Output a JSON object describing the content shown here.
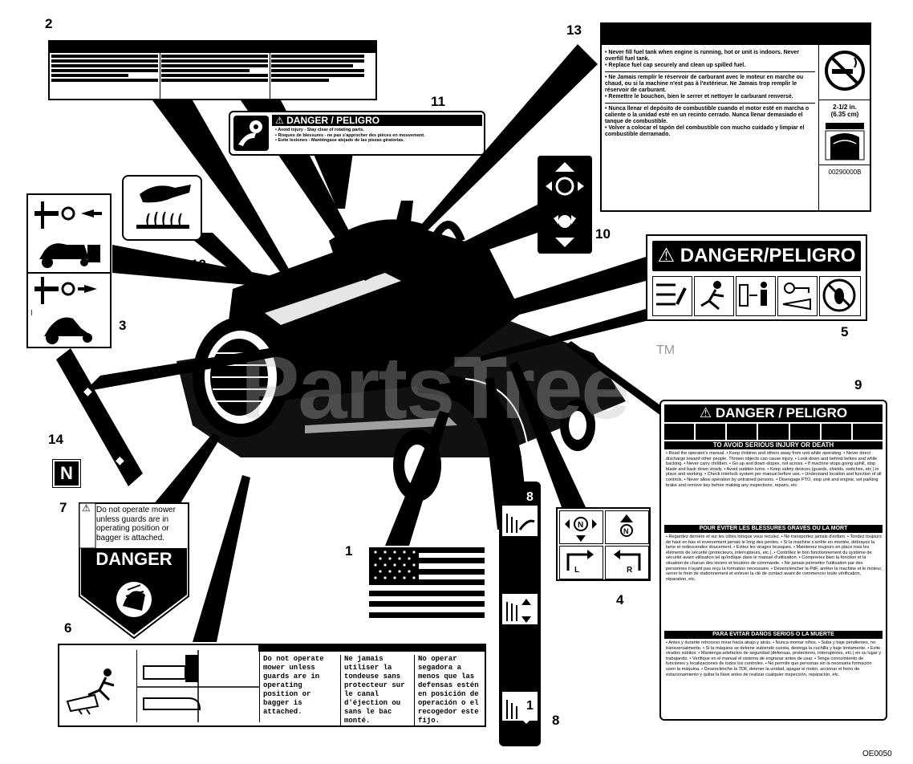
{
  "callouts": [
    "1",
    "2",
    "3",
    "4",
    "5",
    "6",
    "7",
    "8",
    "8",
    "9",
    "10",
    "11",
    "12",
    "13",
    "14"
  ],
  "watermark": "PartsTree",
  "watermark_tm": "TM",
  "diagram_code": "OE0050",
  "decal_11": {
    "header": "DANGER / PELIGRO",
    "line1": "• Avoid injury - Stay clear of rotating parts.",
    "line2": "• Risques de blessures - ne pas s'approcher des pièces en mouvement.",
    "line3": "• Evite lesiones - Manténgase alejado de las piezas giratorias."
  },
  "decal_13": {
    "en1": "• Never fill fuel tank when engine is running, hot or unit is indoors. Never overfill fuel tank.",
    "en2": "• Replace fuel cap securely and clean up spilled fuel.",
    "fr1": "• Ne Jamais remplir le réservoir de carburant avec le moteur en marche ou chaud, ou si la machine n'est pas à l'extérieur. Ne Jamais trop remplir le réservoir de carburant.",
    "fr2": "• Remettre le bouchon, bien le serrer et nettoyer le carburant renversé.",
    "es1": "• Nunca llenar el depósito de combustible cuando el motor esté en marcha o caliente o la unidad esté en un recinto cerrado. Nunca llenar demasiado el tanque de combustible.",
    "es2": "• Volver a colocar el tapón del combustible con mucho cuidado y limpiar el combustible derramado.",
    "dim1": "2-1/2 in.",
    "dim2": "(6.35 cm)",
    "part_no": "00290000B"
  },
  "decal_5": {
    "header": "DANGER/PELIGRO"
  },
  "decal_9": {
    "header": "DANGER / PELIGRO",
    "sub1": "TO AVOID SERIOUS INJURY OR DEATH",
    "body1": "• Read the operator's manual. • Keep children and others away from unit while operating. • Never direct discharge toward other people. Thrown objects can cause injury. • Look down and behind before and while backing. • Never carry children. • Go up and down slopes, not across. • If machine stops going uphill, stop blade and back down slowly. • Avoid sudden turns. • Keep safety devices (guards, shields, switches, etc.) in place and working. • Check interlock system per manual before use. • Understand location and function of all controls. • Never allow operation by untrained persons. • Disengage PTO, stop unit and engine, set parking brake and remove key before making any inspections, repairs, etc.",
    "sub2": "POUR EVITER LES BLESSURES GRAVES OU LA MORT",
    "body2": "• Regardez derrière et sur les côtés lorsque vous reculez. • Ne transportez jamais d'enfant. • Tondez toujours de haut en bas et inversement jamais le long des pentes. • Si la machine s'arrête en montée, débrayez la lame et redescendez doucement. • Evitez les virages brusques. • Maintenez toujours en place tous les éléments de sécurité (protecteurs, interrupteurs, etc.). • Contrôlez le bon fonctionnement du système de sécurité avant utilisation tel qu'indiqué dans le manuel d'utilisation. • Comprenez bien la fonction et la situation de chacun des leviers et boutons de commande. • Ne jamais permettre l'utilisation par des personnes n'ayant pas reçu la formation nécessaire. • Désenclencher la PdF, arrêter la machine et le moteur, serrer le frein de stationnement et enlever la clé de contact avant de commencer toute vérification, réparation, etc.",
    "sub3": "PARA EVITAR DAÑOS SERIOS O LA MUERTE",
    "body3": "• Antes y durante retroceso mirar hacia abajo y atrás. • Nunca montar niños. • Suba y baje pendientes, no transversalmente. • Si la máquina se detiene subiendo cuesta, detenga la cuchilla y baje lentamente. • Evite virados súbitos. • Mantenga artefactos de seguridad (defensas, protectores, interruptores, etc.) en su lugar y trabajando. • Verifique en el manual el sistema de engranar antes de usar. • Tenga conocimiento de funciones y localizaciones de todos los controles. • No permitir que personas sin la necesaria formación usen la máquina. • Desenclenche la TDF, detener la unidad, apagar el motor, accionar el freno de estacionamiento y quitar la llave antes de realizar cualquier inspección, reparación, etc."
  },
  "decal_7": {
    "line1": "Do not operate mower",
    "line2": "unless guards are in",
    "line3": "operating position or",
    "line4": "bagger is attached.",
    "danger": "DANGER"
  },
  "decal_6": {
    "en": "Do not operate mower unless guards are in operating position or bagger is attached.",
    "fr": "Ne jamais utiliser la tondeuse sans protecteur sur le canal d'éjection ou sans le bac monté.",
    "es": "No operar segadora a menos que las defensas estén en posición de operación o el recogedor este fijo."
  }
}
